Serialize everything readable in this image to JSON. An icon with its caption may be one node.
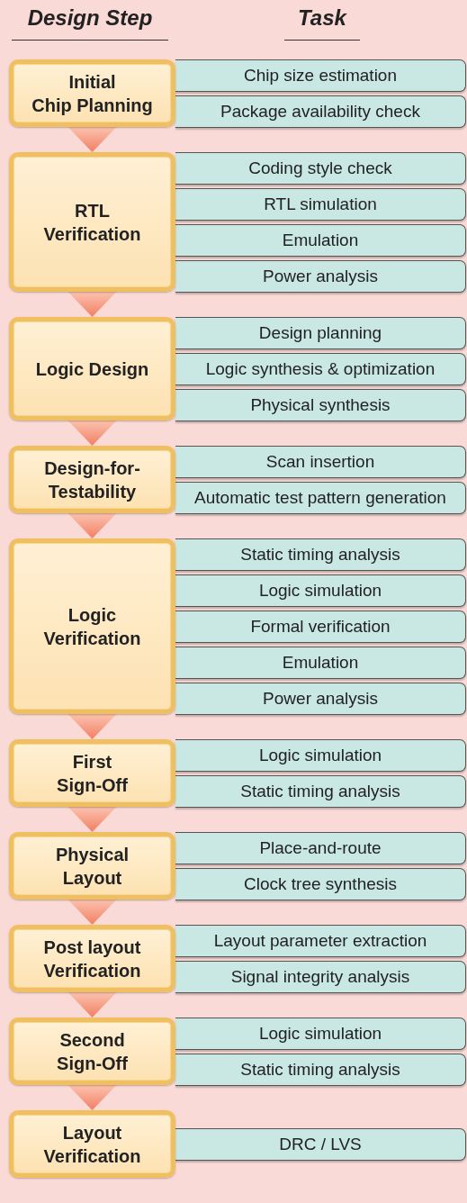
{
  "diagram": {
    "nodes": [
      {
        "text": [
          "Initial Chip Planning"
        ]
      },
      {
        "text": [
          "Chip size estimation"
        ]
      },
      {
        "text": [
          "Package availability check"
        ]
      },
      {
        "text": [
          "RTL Verification"
        ]
      },
      {
        "text": [
          "Coding style check"
        ]
      },
      {
        "text": [
          "RTL simulation"
        ]
      },
      {
        "text": [
          "Emulation"
        ]
      },
      {
        "text": [
          "Power analysis"
        ]
      },
      {
        "text": [
          "Logic Design"
        ]
      },
      {
        "text": [
          "Design planning"
        ]
      },
      {
        "text": [
          "Logic synthesis & optimization"
        ]
      },
      {
        "text": [
          "Physical synthesis"
        ]
      },
      {
        "text": [
          "Design-for-Testability"
        ]
      },
      {
        "text": [
          "Scan insertion"
        ]
      },
      {
        "text": [
          "Automatic test pattern generation"
        ]
      },
      {
        "text": [
          "Logic Verification"
        ]
      },
      {
        "text": [
          "Static timing analysis"
        ]
      },
      {
        "text": [
          "Logic simulation"
        ]
      },
      {
        "text": [
          "Formal verification"
        ]
      },
      {
        "text": [
          "Emulation"
        ]
      },
      {
        "text": [
          "Power analysis"
        ]
      },
      {
        "text": [
          "First Sign-Off"
        ]
      },
      {
        "text": [
          "Logic simulation"
        ]
      },
      {
        "text": [
          "Static timing analysis"
        ]
      },
      {
        "text": [
          "Physical Layout"
        ]
      },
      {
        "text": [
          "Place-and-route"
        ]
      },
      {
        "text": [
          "Clock tree synthesis"
        ]
      },
      {
        "text": [
          "Post layout Verification"
        ]
      },
      {
        "text": [
          "Layout parameter extraction"
        ]
      },
      {
        "text": [
          "Signal integrity analysis"
        ]
      },
      {
        "text": [
          "Second Sign-Off"
        ]
      },
      {
        "text": [
          "Logic simulation"
        ]
      },
      {
        "text": [
          "Static timing analysis"
        ]
      },
      {
        "text": [
          "Layout Verification"
        ]
      },
      {
        "text": [
          "DRC / LVS"
        ]
      }
    ],
    "edges": [
      {
        "from": 0,
        "to": 3,
        "arrow": "to"
      },
      {
        "from": 3,
        "to": 8,
        "arrow": "to"
      },
      {
        "from": 8,
        "to": 12,
        "arrow": "to"
      },
      {
        "from": 12,
        "to": 15,
        "arrow": "to"
      },
      {
        "from": 15,
        "to": 21,
        "arrow": "to"
      },
      {
        "from": 21,
        "to": 24,
        "arrow": "to"
      },
      {
        "from": 24,
        "to": 27,
        "arrow": "to"
      },
      {
        "from": 27,
        "to": 30,
        "arrow": "to"
      },
      {
        "from": 30,
        "to": 33,
        "arrow": "to"
      }
    ],
    "labels": [
      "Design Step",
      "Task"
    ]
  }
}
